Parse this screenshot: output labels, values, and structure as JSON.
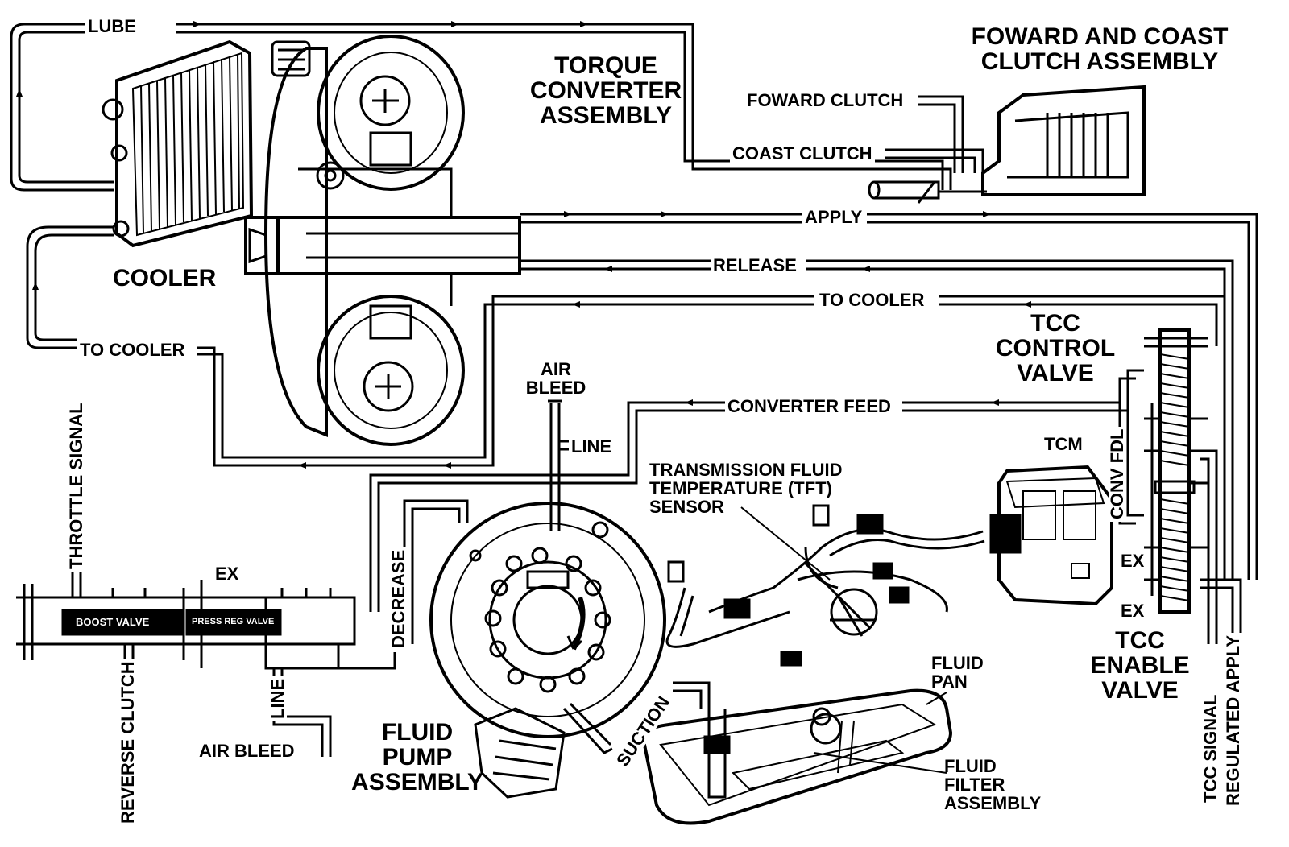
{
  "components": {
    "torque_converter": "TORQUE\nCONVERTER\nASSEMBLY",
    "forward_coast": "FOWARD AND COAST\nCLUTCH ASSEMBLY",
    "cooler": "COOLER",
    "tcc_control_valve": "TCC\nCONTROL\nVALVE",
    "tcc_enable_valve": "TCC\nENABLE\nVALVE",
    "tcm": "TCM",
    "tft_sensor": "TRANSMISSION FLUID\nTEMPERATURE (TFT)\nSENSOR",
    "fluid_pump": "FLUID\nPUMP\nASSEMBLY",
    "fluid_pan": "FLUID\nPAN",
    "fluid_filter": "FLUID\nFILTER\nASSEMBLY",
    "boost_valve": "BOOST VALVE",
    "press_reg_valve": "PRESS REG VALVE"
  },
  "lines": {
    "lube": "LUBE",
    "forward_clutch": "FOWARD CLUTCH",
    "coast_clutch": "COAST CLUTCH",
    "apply": "APPLY",
    "release": "RELEASE",
    "to_cooler_top": "TO COOLER",
    "to_cooler_left": "TO COOLER",
    "converter_feed": "CONVERTER FEED",
    "air_bleed_top": "AIR\nBLEED",
    "line_top": "LINE",
    "throttle_signal": "THROTTLE SIGNAL",
    "ex_left": "EX",
    "reverse_clutch": "REVERSE CLUTCH",
    "line_bottom": "LINE",
    "air_bleed_bottom": "AIR BLEED",
    "decrease": "DECREASE",
    "suction": "SUCTION",
    "conv_fdl": "CONV FDL",
    "ex_right_1": "EX",
    "ex_right_2": "EX",
    "tcc_signal": "TCC SIGNAL",
    "regulated_apply": "REGULATED APPLY"
  }
}
